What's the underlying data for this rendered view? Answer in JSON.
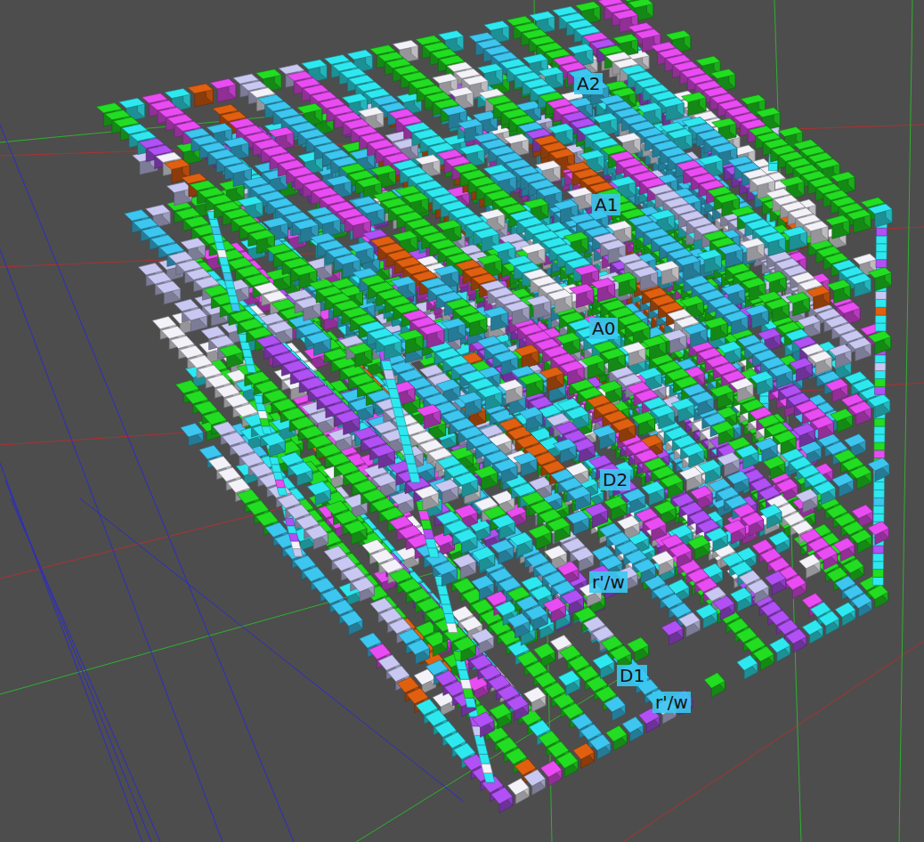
{
  "diagram": {
    "labels": [
      "A2",
      "A1",
      "A0",
      "D2",
      "r'/w",
      "D1",
      "r'/w"
    ]
  }
}
